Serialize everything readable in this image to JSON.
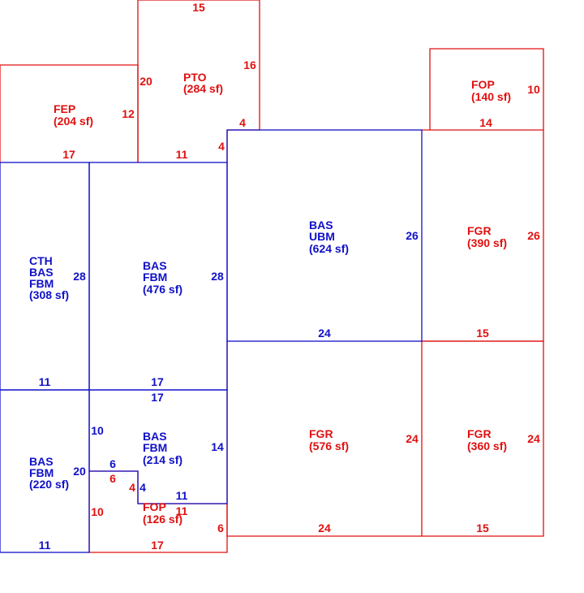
{
  "colors": {
    "red": "#e01010",
    "blue": "#1010c8"
  },
  "areas": {
    "pto": {
      "lines": [
        "PTO",
        "(284 sf)"
      ],
      "dims": {
        "top": "15",
        "right": "16",
        "step": "4",
        "left": "20",
        "bottom": "11",
        "connector": "4"
      }
    },
    "fep": {
      "lines": [
        "FEP",
        "(204 sf)"
      ],
      "dims": {
        "right": "12",
        "bottom": "17"
      }
    },
    "fop_top": {
      "lines": [
        "FOP",
        "(140 sf)"
      ],
      "dims": {
        "right": "10",
        "bottom": "14"
      }
    },
    "bas_ubm": {
      "lines": [
        "BAS",
        "UBM",
        "(624 sf)"
      ],
      "dims": {
        "right": "26",
        "bottom": "24"
      }
    },
    "fgr_390": {
      "lines": [
        "FGR",
        "(390 sf)"
      ],
      "dims": {
        "right": "26",
        "bottom": "15"
      }
    },
    "cth_bas_fbm": {
      "lines": [
        "CTH",
        "BAS",
        "FBM",
        "(308 sf)"
      ],
      "dims": {
        "right": "28",
        "bottom": "11"
      }
    },
    "bas_fbm_476": {
      "lines": [
        "BAS",
        "FBM",
        "(476 sf)"
      ],
      "dims": {
        "right": "28",
        "bottom": "17"
      }
    },
    "fgr_576": {
      "lines": [
        "FGR",
        "(576 sf)"
      ],
      "dims": {
        "right": "24",
        "bottom": "24"
      }
    },
    "fgr_360": {
      "lines": [
        "FGR",
        "(360 sf)"
      ],
      "dims": {
        "right": "24",
        "bottom": "15"
      }
    },
    "bas_fbm_220": {
      "lines": [
        "BAS",
        "FBM",
        "(220 sf)"
      ],
      "dims": {
        "right": "20",
        "bottom": "11"
      }
    },
    "bas_fbm_214": {
      "lines": [
        "BAS",
        "FBM",
        "(214 sf)"
      ],
      "dims": {
        "top": "17",
        "right": "14",
        "left": "10",
        "step_h": "6",
        "step_v": "4",
        "bottom": "11"
      }
    },
    "fop_bottom": {
      "lines": [
        "FOP",
        "(126 sf)"
      ],
      "dims": {
        "left": "10",
        "step_h": "6",
        "step_v": "4",
        "top": "11",
        "right": "6",
        "bottom": "17"
      }
    }
  }
}
